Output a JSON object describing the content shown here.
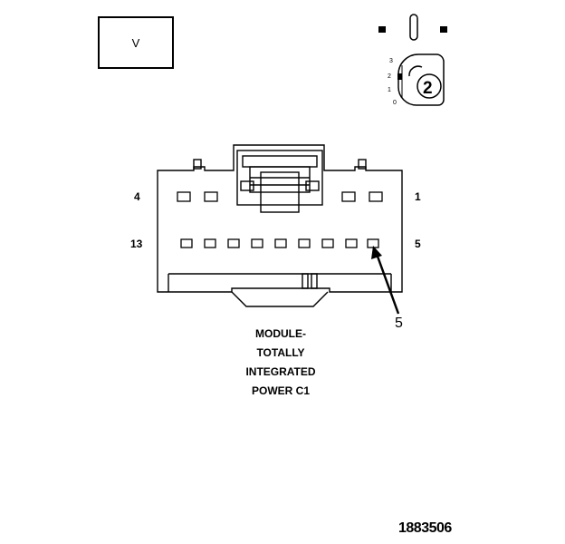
{
  "mode_box": {
    "label": "V"
  },
  "key_icon": {
    "positions": [
      "3",
      "2",
      "1",
      "0"
    ],
    "badge": "2"
  },
  "connector": {
    "pin_labels": {
      "top_left": "4",
      "top_right": "1",
      "bottom_left": "13",
      "bottom_right": "5"
    },
    "callout": "5"
  },
  "caption": {
    "lines": [
      "MODULE-",
      "TOTALLY",
      "INTEGRATED",
      "POWER C1"
    ]
  },
  "figure_id": "1883506"
}
